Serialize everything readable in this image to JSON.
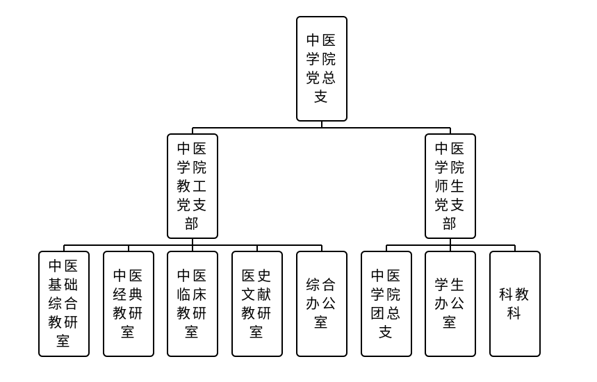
{
  "diagram": {
    "root": {
      "label": "中医\n学院\n党总\n支"
    },
    "branches": [
      {
        "label": "中医\n学院\n教工\n党支\n部"
      },
      {
        "label": "中医\n学院\n师生\n党支\n部"
      }
    ],
    "leaves": [
      {
        "label": "中医\n基础\n综合\n教研\n室"
      },
      {
        "label": "中医\n经典\n教研\n室"
      },
      {
        "label": "中医\n临床\n教研\n室"
      },
      {
        "label": "医史\n文献\n教研\n室"
      },
      {
        "label": "综合\n办公\n室"
      },
      {
        "label": "中医\n学院\n团总\n支"
      },
      {
        "label": "学生\n办公\n室"
      },
      {
        "label": "科教\n科"
      }
    ]
  }
}
